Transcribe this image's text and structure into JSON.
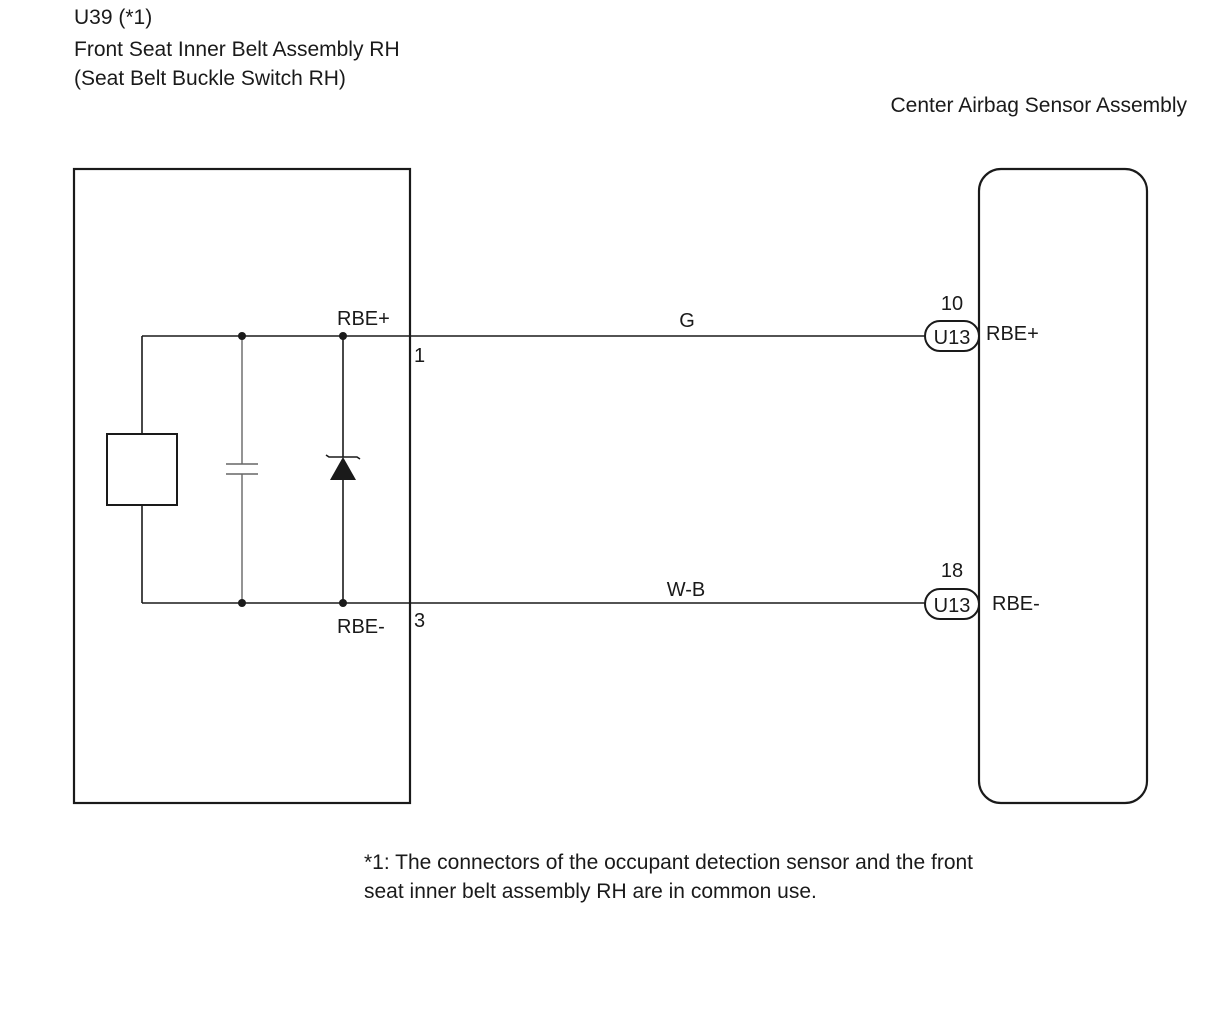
{
  "left_component": {
    "code": "U39 (*1)",
    "name": "Front Seat Inner Belt Assembly RH",
    "subname": "(Seat Belt Buckle Switch RH)",
    "terminal_top_label": "RBE+",
    "terminal_top_pin": "1",
    "terminal_bottom_label": "RBE-",
    "terminal_bottom_pin": "3"
  },
  "right_component": {
    "name": "Center Airbag Sensor Assembly",
    "connectors": [
      {
        "pin": "10",
        "connector": "U13",
        "signal": "RBE+"
      },
      {
        "pin": "18",
        "connector": "U13",
        "signal": "RBE-"
      }
    ]
  },
  "wires": [
    {
      "color_code": "G"
    },
    {
      "color_code": "W-B"
    }
  ],
  "footnote": {
    "line1": "*1: The connectors of the occupant detection sensor and the front",
    "line2": "seat inner belt assembly RH are in common use."
  }
}
